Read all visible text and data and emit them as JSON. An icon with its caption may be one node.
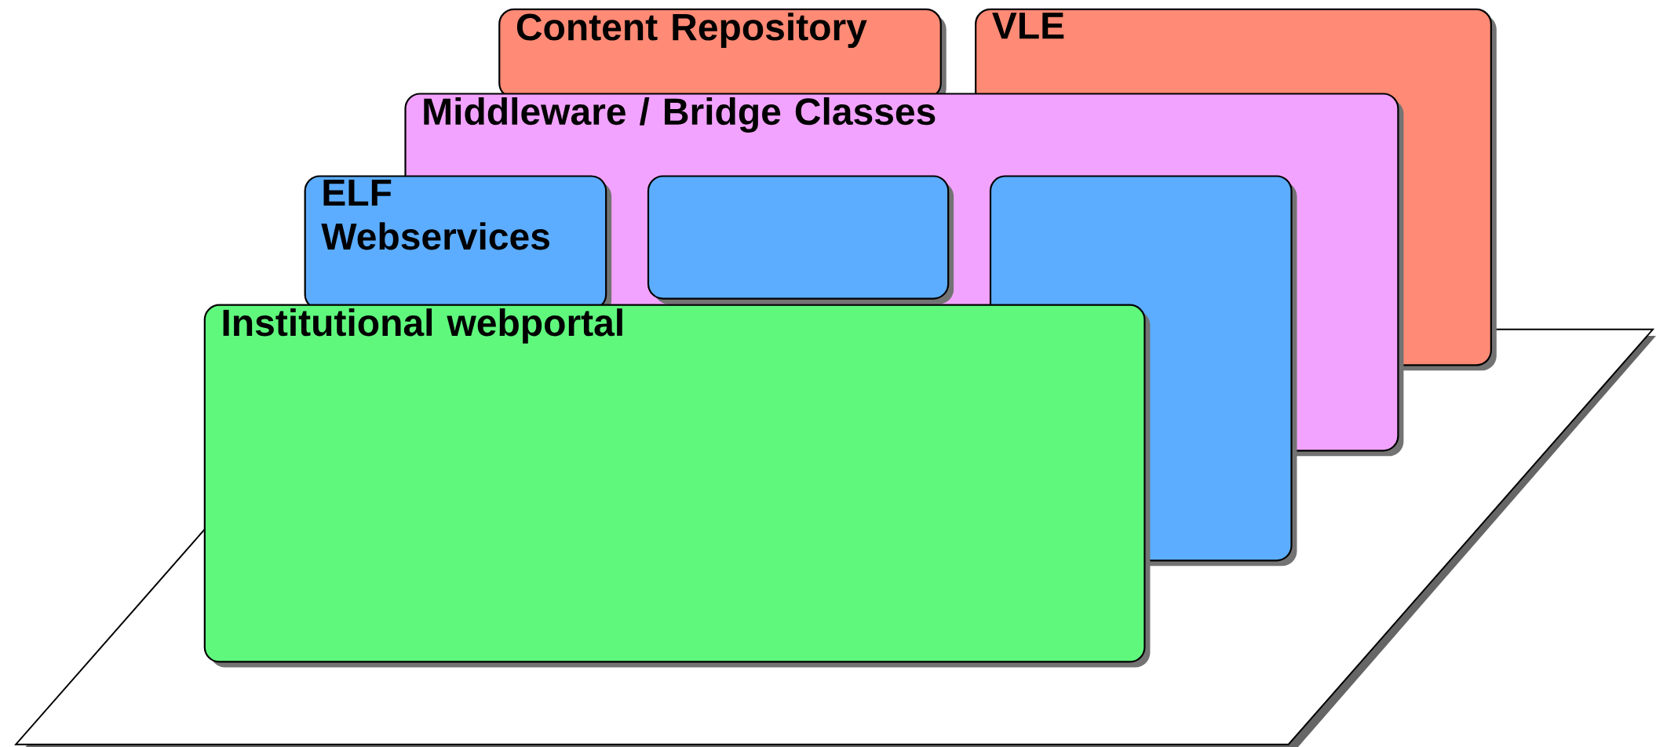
{
  "diagram": {
    "nodes": [
      {
        "text": [
          "Content Repository"
        ]
      },
      {
        "text": [
          "VLE"
        ]
      },
      {
        "text": [
          "Middleware / Bridge Classes"
        ]
      },
      {
        "text": [
          "ELF Webservices"
        ]
      },
      {
        "text": [],
        "shape": "box",
        "in": 2
      },
      {
        "text": [],
        "shape": "box"
      },
      {
        "text": [
          "Institutional webportal"
        ]
      }
    ]
  }
}
